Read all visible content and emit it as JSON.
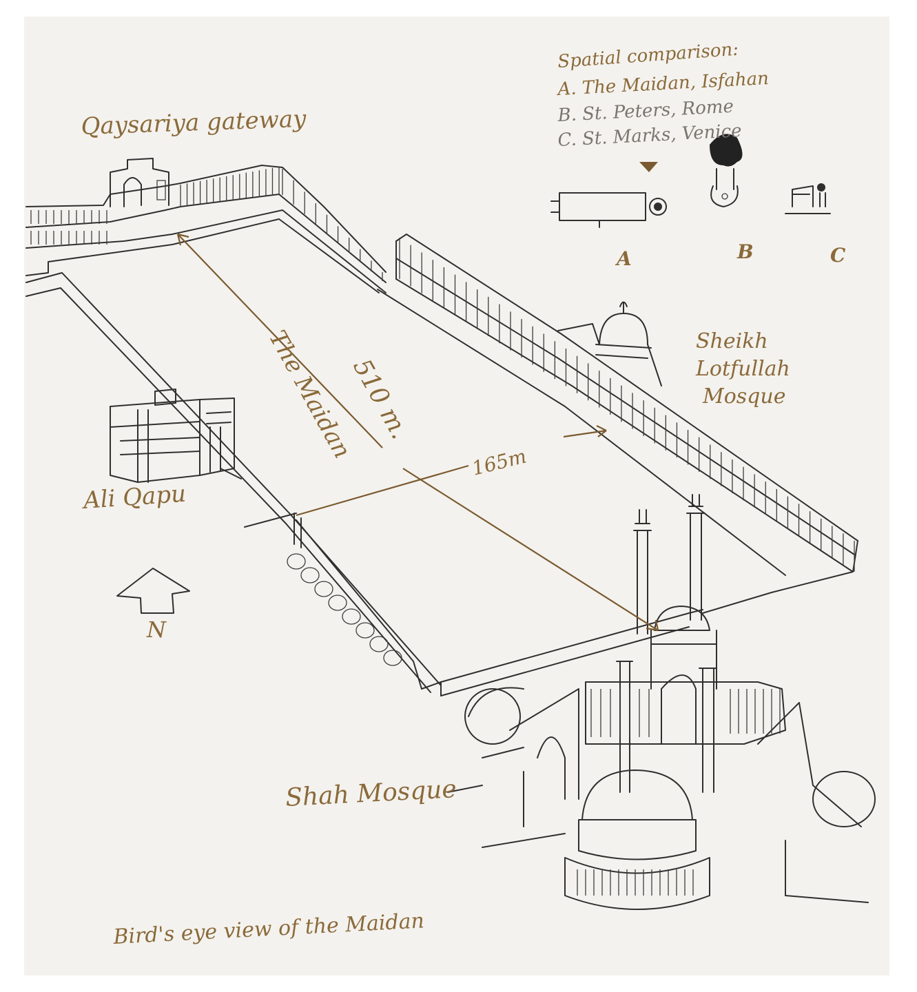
{
  "labels": {
    "qaysariya": "Qaysariya  gateway",
    "comparison_title": "Spatial comparison:",
    "comparison_a": "A. The Maidan, Isfahan",
    "comparison_b": "B. St. Peters, Rome",
    "comparison_c": "C. St. Marks, Venice",
    "plan_a": "A",
    "plan_b": "B",
    "plan_c": "C",
    "length": "510 m.",
    "maidan": "The Maidan",
    "width": "165m",
    "sheikh_1": "Sheikh",
    "sheikh_2": "Lotfullah",
    "sheikh_3": "Mosque",
    "ali_qapu": "Ali Qapu",
    "north": "N",
    "shah_mosque": "Shah Mosque",
    "caption": "Bird's eye view of the Maidan"
  },
  "colors": {
    "paper": "#f4f2ee",
    "ink": "#2f2f2f",
    "annotation": "#8a6a3a"
  }
}
